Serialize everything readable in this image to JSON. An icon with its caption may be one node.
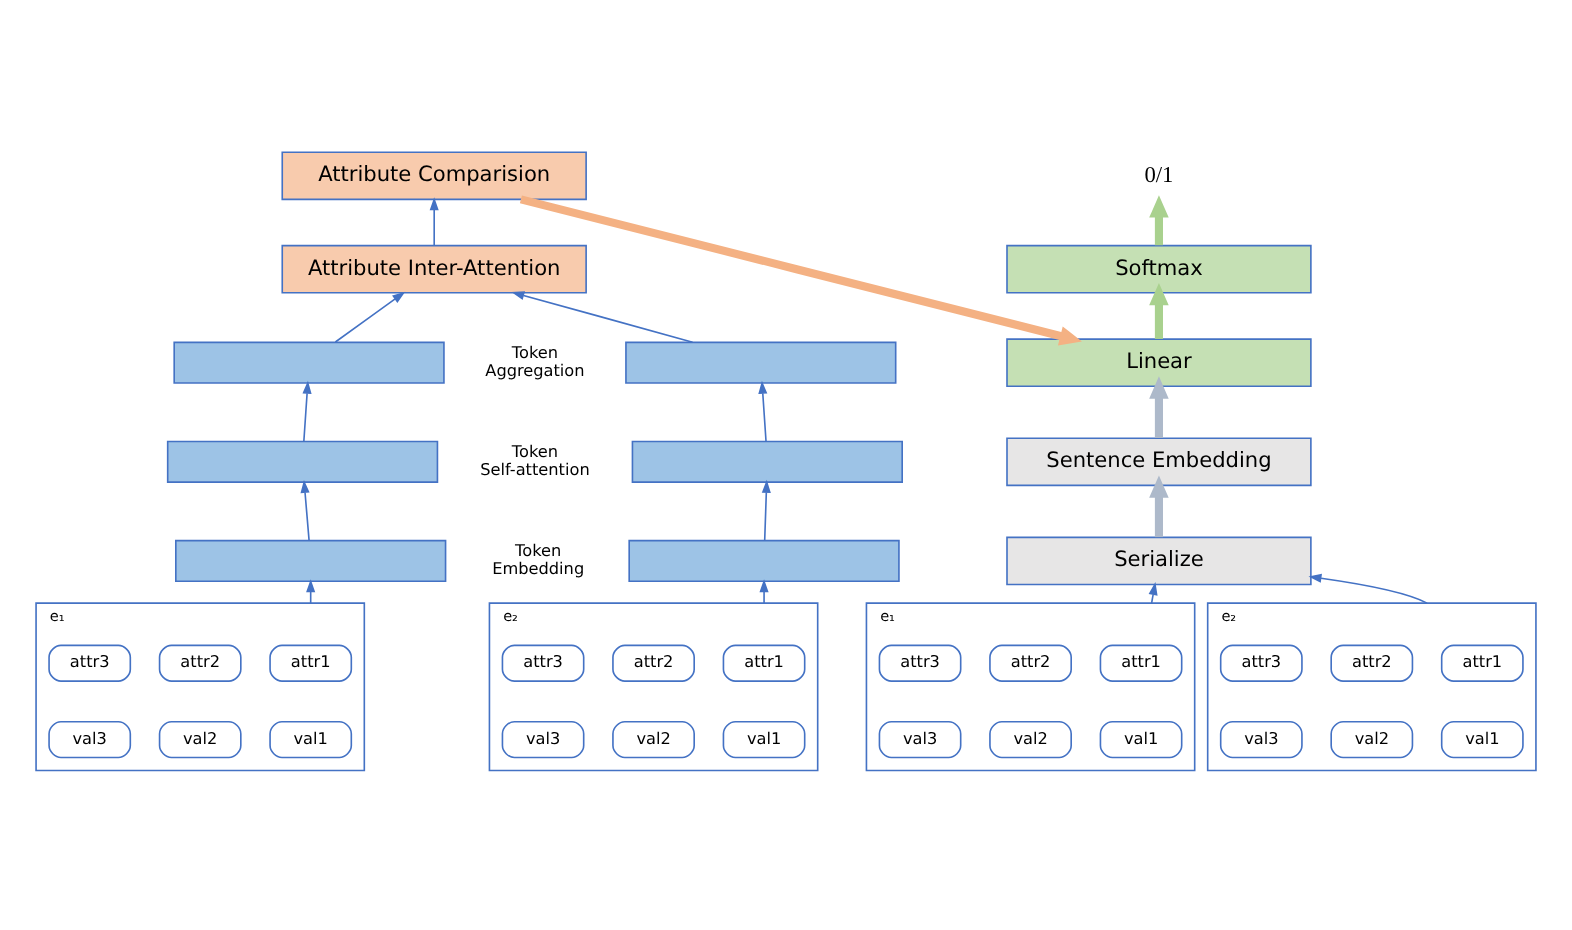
{
  "diagram": {
    "nodes": [
      {
        "text": [
          "Attribute Comparision"
        ]
      },
      {
        "text": [
          "Attribute Inter-Attention"
        ]
      },
      {
        "text": [],
        "shape": "box"
      },
      {
        "text": [],
        "shape": "box"
      },
      {
        "text": [],
        "shape": "box"
      },
      {
        "text": [],
        "shape": "box"
      },
      {
        "text": [],
        "shape": "box"
      },
      {
        "text": [],
        "shape": "box"
      },
      {
        "text": [
          "e₁"
        ]
      },
      {
        "text": [
          "attr1"
        ],
        "in": 8
      },
      {
        "text": [
          "attr2"
        ],
        "in": 8
      },
      {
        "text": [
          "attr3"
        ],
        "in": 8
      },
      {
        "text": [
          "val1"
        ],
        "in": 8
      },
      {
        "text": [
          "val2"
        ],
        "in": 8
      },
      {
        "text": [
          "val3"
        ],
        "in": 8
      },
      {
        "text": [
          "e₂"
        ]
      },
      {
        "text": [
          "attr1"
        ],
        "in": 15
      },
      {
        "text": [
          "attr2"
        ],
        "in": 15
      },
      {
        "text": [
          "attr3"
        ],
        "in": 15
      },
      {
        "text": [
          "val1"
        ],
        "in": 15
      },
      {
        "text": [
          "val2"
        ],
        "in": 15
      },
      {
        "text": [
          "val3"
        ],
        "in": 15
      },
      {
        "text": [
          "0/1"
        ]
      },
      {
        "text": [
          "Softmax"
        ]
      },
      {
        "text": [
          "Linear"
        ]
      },
      {
        "text": [
          "Sentence Embedding"
        ]
      },
      {
        "text": [
          "Serialize"
        ]
      },
      {
        "text": [
          "e₁"
        ]
      },
      {
        "text": [
          "attr1"
        ],
        "in": 27
      },
      {
        "text": [
          "attr2"
        ],
        "in": 27
      },
      {
        "text": [
          "attr3"
        ],
        "in": 27
      },
      {
        "text": [
          "val1"
        ],
        "in": 27
      },
      {
        "text": [
          "val2"
        ],
        "in": 27
      },
      {
        "text": [
          "val3"
        ],
        "in": 27
      },
      {
        "text": [
          "e₂"
        ]
      },
      {
        "text": [
          "attr1"
        ],
        "in": 34
      },
      {
        "text": [
          "attr2"
        ],
        "in": 34
      },
      {
        "text": [
          "attr3"
        ],
        "in": 34
      },
      {
        "text": [
          "val1"
        ],
        "in": 34
      },
      {
        "text": [
          "val2"
        ],
        "in": 34
      },
      {
        "text": [
          "val3"
        ],
        "in": 34
      }
    ],
    "edges": [
      {
        "from": 8,
        "to": 6,
        "arrow": "to"
      },
      {
        "from": 6,
        "to": 4,
        "arrow": "to"
      },
      {
        "from": 4,
        "to": 2,
        "arrow": "to"
      },
      {
        "from": 15,
        "to": 7,
        "arrow": "to"
      },
      {
        "from": 7,
        "to": 5,
        "arrow": "to"
      },
      {
        "from": 5,
        "to": 3,
        "arrow": "to"
      },
      {
        "from": 2,
        "to": 1,
        "arrow": "to"
      },
      {
        "from": 3,
        "to": 1,
        "arrow": "to"
      },
      {
        "from": 1,
        "to": 0,
        "arrow": "to"
      },
      {
        "from": 0,
        "to": 24,
        "arrow": "to",
        "style": "thick",
        "color": "#f4b183"
      },
      {
        "from": 27,
        "to": 26,
        "arrow": "to"
      },
      {
        "from": 34,
        "to": 26,
        "arrow": "to"
      },
      {
        "from": 26,
        "to": 25,
        "arrow": "to",
        "style": "thick",
        "color": "#adb9ca"
      },
      {
        "from": 25,
        "to": 24,
        "arrow": "to",
        "style": "thick",
        "color": "#adb9ca"
      },
      {
        "from": 24,
        "to": 23,
        "arrow": "to",
        "style": "thick",
        "color": "#a9d18e"
      },
      {
        "from": 23,
        "to": 22,
        "arrow": "to",
        "style": "thick",
        "color": "#a9d18e"
      }
    ],
    "labels": [
      "Token Aggregation",
      "Token Self-attention",
      "Token Embedding"
    ]
  }
}
